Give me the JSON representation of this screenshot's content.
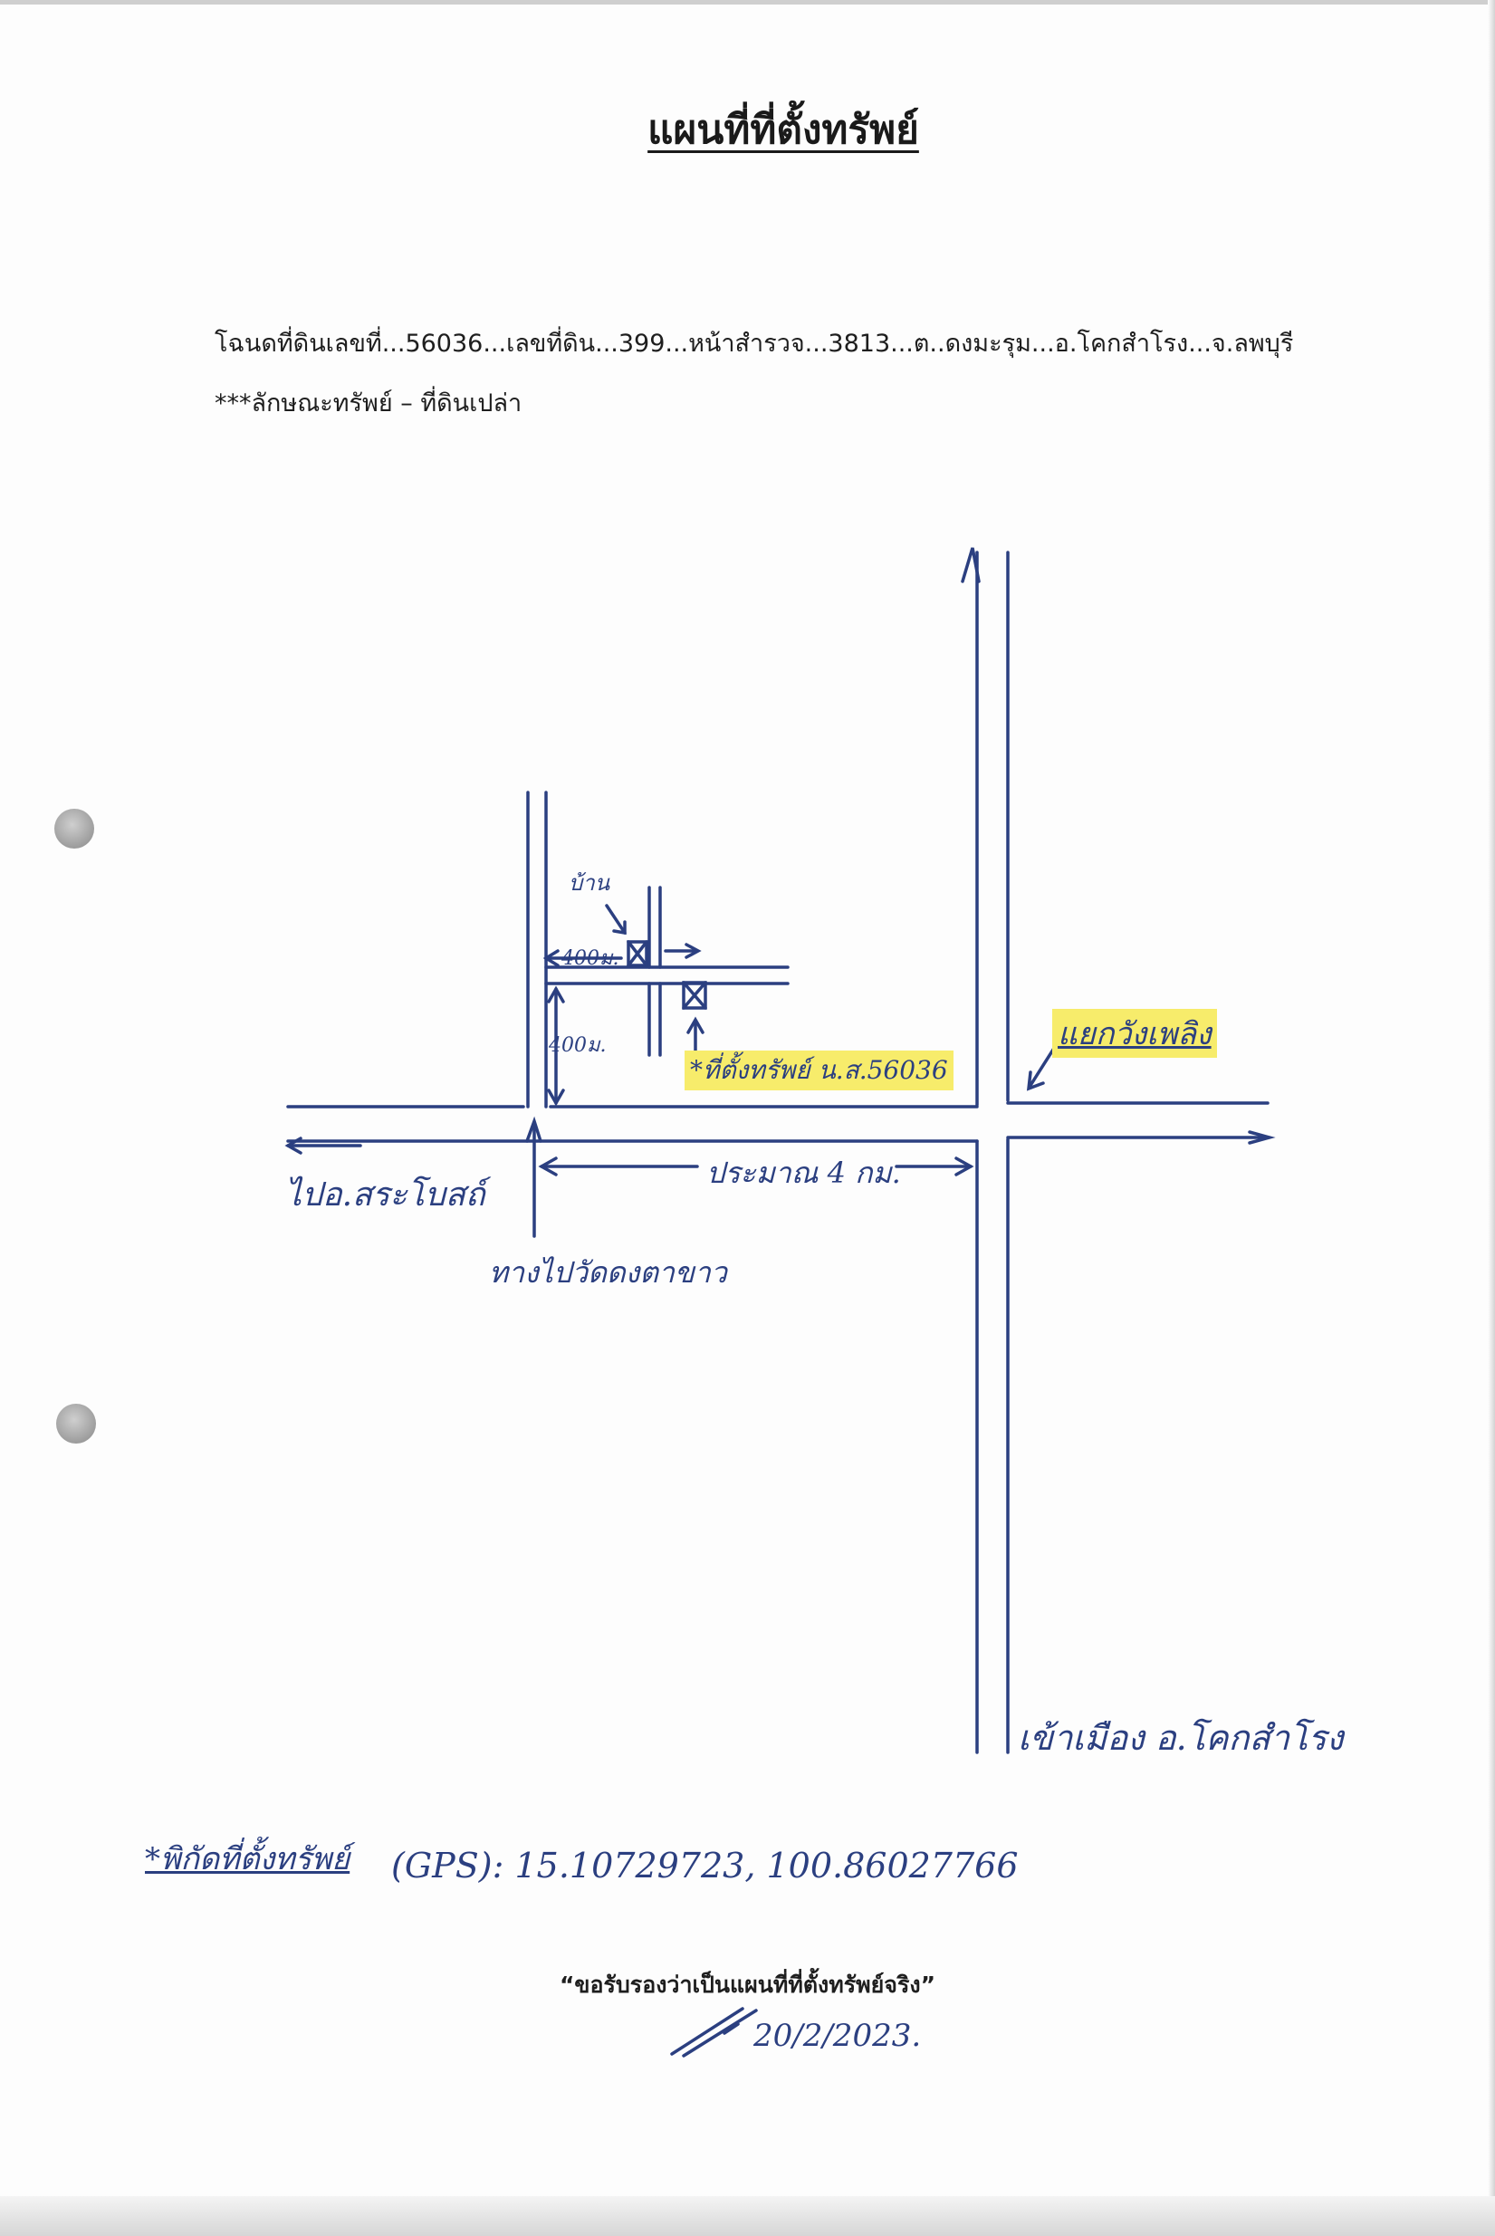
{
  "title": "แผนที่ที่ตั้งทรัพย์",
  "deed_line": "โฉนดที่ดินเลขที่...56036...เลขที่ดิน...399...หน้าสำรวจ...3813...ต..ดงมะรุม...อ.โคกสำโรง...จ.ลพบุรี",
  "property_type_line": "***ลักษณะทรัพย์ – ที่ดินเปล่า",
  "map": {
    "house_label": "บ้าน",
    "dist_400_h": "400ม.",
    "dist_400_v": "400ม.",
    "property_label": "*ที่ตั้งทรัพย์ น.ส.56036",
    "junction_label": "แยกวังเพลิง",
    "dist_4km": "ประมาณ 4 กม.",
    "to_sa_bot": "ไปอ.สระโบสถ์",
    "to_temple": "ทางไปวัดดงตาขาว",
    "to_khok_samrong": "เข้าเมือง อ.โคกสำโรง"
  },
  "gps_label": "*พิกัดที่ตั้งทรัพย์",
  "gps_value": "(GPS): 15.10729723, 100.86027766",
  "certify": "“ขอรับรองว่าเป็นแผนที่ที่ตั้งทรัพย์จริง”",
  "date": "20/2/2023.",
  "colors": {
    "ink": "#2b3f80",
    "highlight": "#f7ec6b",
    "print": "#1e1e1e"
  }
}
